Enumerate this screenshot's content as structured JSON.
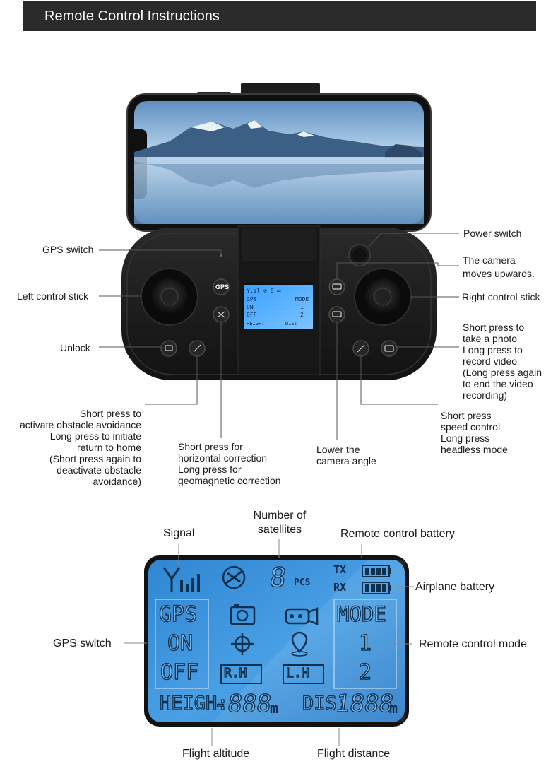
{
  "title": "Remote Control Instructions",
  "controller_labels": {
    "power_switch": "Power switch",
    "gps_switch": "GPS switch",
    "camera_up": "The camera\nmoves upwards.",
    "left_stick": "Left control stick",
    "right_stick": "Right control stick",
    "unlock": "Unlock",
    "photo_video": "Short press to\ntake a photo\nLong press to\nrecord video\n(Long press again\nto end the video\nrecording)",
    "obstacle": "Short press to\nactivate obstacle avoidance\nLong press to initiate\nreturn to home\n(Short press again to\ndeactivate obstacle\navoidance)",
    "correction": "Short press for\nhorizontal correction\nLong press for\ngeomagnetic correction",
    "camera_down": "Lower the\ncamera angle",
    "speed_headless": "Short press\nspeed control\nLong press\nheadless mode",
    "gps_button": "GPS"
  },
  "display_labels": {
    "signal": "Signal",
    "satellites": "Number of\nsatellites",
    "rc_battery": "Remote control battery",
    "airplane_battery": "Airplane battery",
    "gps_switch": "GPS switch",
    "rc_mode": "Remote control mode",
    "flight_altitude": "Flight altitude",
    "flight_distance": "Flight distance"
  },
  "lcd": {
    "sat_digit": "8",
    "pcs": "PCS",
    "tx": "TX",
    "rx": "RX",
    "gps": "GPS",
    "on": "ON",
    "off": "OFF",
    "mode": "MODE",
    "mode1": "1",
    "mode2": "2",
    "rh": "R.H",
    "lh": "L.H",
    "heigh": "HEIGH:",
    "height_digits": "-888",
    "unit_m": "m",
    "dis": "DIS:",
    "dist_digits": "1888"
  },
  "colors": {
    "lcd_blue": "#3f8fd6",
    "title_bar": "#2b2b2b",
    "controller_body": "#1e1e1e"
  }
}
